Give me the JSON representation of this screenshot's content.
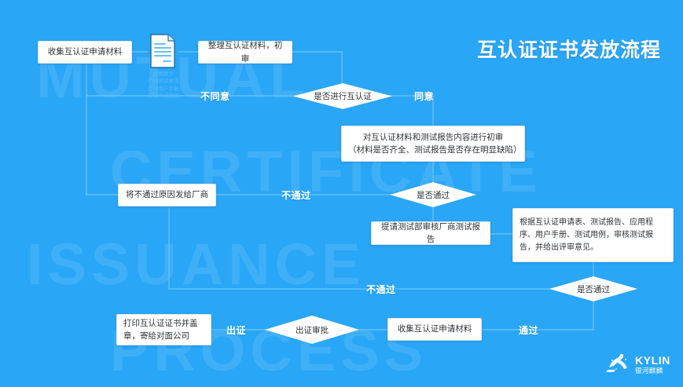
{
  "page": {
    "title": "互认证证书发放流程",
    "background_color": "#2aa6f7",
    "node_fill": "#ffffff",
    "line_color": "#63c0f8",
    "text_color": "#2f3337",
    "label_color": "#ffffff",
    "watermark_color": "#3fb0f8"
  },
  "watermarks": [
    {
      "text": "MUTUAL"
    },
    {
      "text": "CERTIFICATE"
    },
    {
      "text": "ISSUANCE"
    },
    {
      "text": "PROCESS"
    }
  ],
  "nodes": [
    {
      "id": "collect-top",
      "label": "收集互认证申请材料"
    },
    {
      "id": "organize",
      "label": "整理互认证材料，初审"
    },
    {
      "id": "prelim-review",
      "line1": "对互认证材料和测试报告内容进行初审",
      "line2": "（材料是否齐全、测试报告是否存在明显缺陷）"
    },
    {
      "id": "send-reason",
      "label": "将不通过原因发给厂商"
    },
    {
      "id": "request-test",
      "label": "提请测试部审核厂商测试报告"
    },
    {
      "id": "review-detail",
      "label": "根据互认证申请表、测试报告、应用程序、用户手册、测试用例，审核测试报告，并给出评审意见。"
    },
    {
      "id": "print-cert",
      "label": "打印互认证证书并盖章，寄给对面公司"
    },
    {
      "id": "collect-bottom",
      "label": "收集互认证申请材料"
    }
  ],
  "decisions": [
    {
      "id": "do-mutual-auth",
      "label": "是否进行互认证"
    },
    {
      "id": "pass-1",
      "label": "是否通过"
    },
    {
      "id": "pass-2",
      "label": "是否通过"
    },
    {
      "id": "issue-approval",
      "label": "出证审批"
    }
  ],
  "edge_labels": [
    {
      "id": "disagree",
      "text": "不同意"
    },
    {
      "id": "agree",
      "text": "同意"
    },
    {
      "id": "fail-1",
      "text": "不通过"
    },
    {
      "id": "fail-2",
      "text": "不通过"
    },
    {
      "id": "pass",
      "text": "通过"
    },
    {
      "id": "issue",
      "text": "出证"
    }
  ],
  "document": {
    "icon": "document-icon",
    "caption_lines": [
      "应用程序",
      "厂商测试报告",
      "厂商用户手册",
      "厂商测试用例"
    ]
  },
  "logo": {
    "mark": "kylin-logo-icon",
    "name_en": "KYLIN",
    "name_cn": "银河麒麟"
  }
}
